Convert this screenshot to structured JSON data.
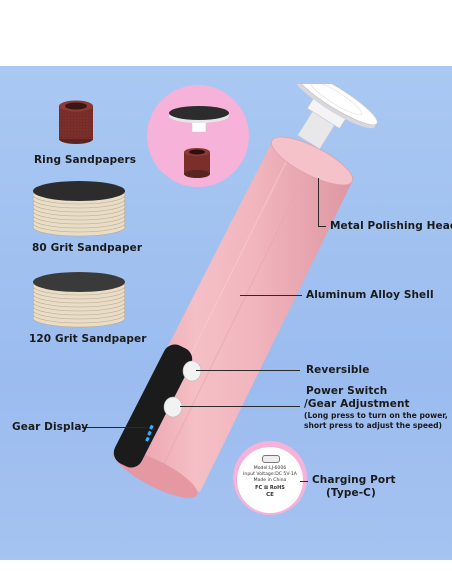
{
  "labels": {
    "ring_sandpapers": "Ring Sandpapers",
    "grit80": "80 Grit Sandpaper",
    "grit120": "120 Grit Sandpaper",
    "metal_head": "Metal Polishing Head",
    "shell": "Aluminum Alloy Shell",
    "reversible": "Reversible",
    "power_title": "Power Switch",
    "gear_adjust": "/Gear Adjustment",
    "power_note1": "(Long press to turn on the power,",
    "power_note2": "short press to adjust the speed)",
    "gear_display": "Gear Display",
    "charging_port": "Charging Port",
    "type_c": "(Type-C)"
  },
  "device_plate": {
    "model": "Model:LJ-6006",
    "input": "Input Voltage:DC 5V-1A",
    "made": "Made in China",
    "marks": "FC ⊠ RoHS",
    "ce": "CE"
  },
  "colors": {
    "background": "#a3c2f0",
    "device_pink": "#f2b9c0",
    "accent_pink": "#f6b3d6"
  }
}
